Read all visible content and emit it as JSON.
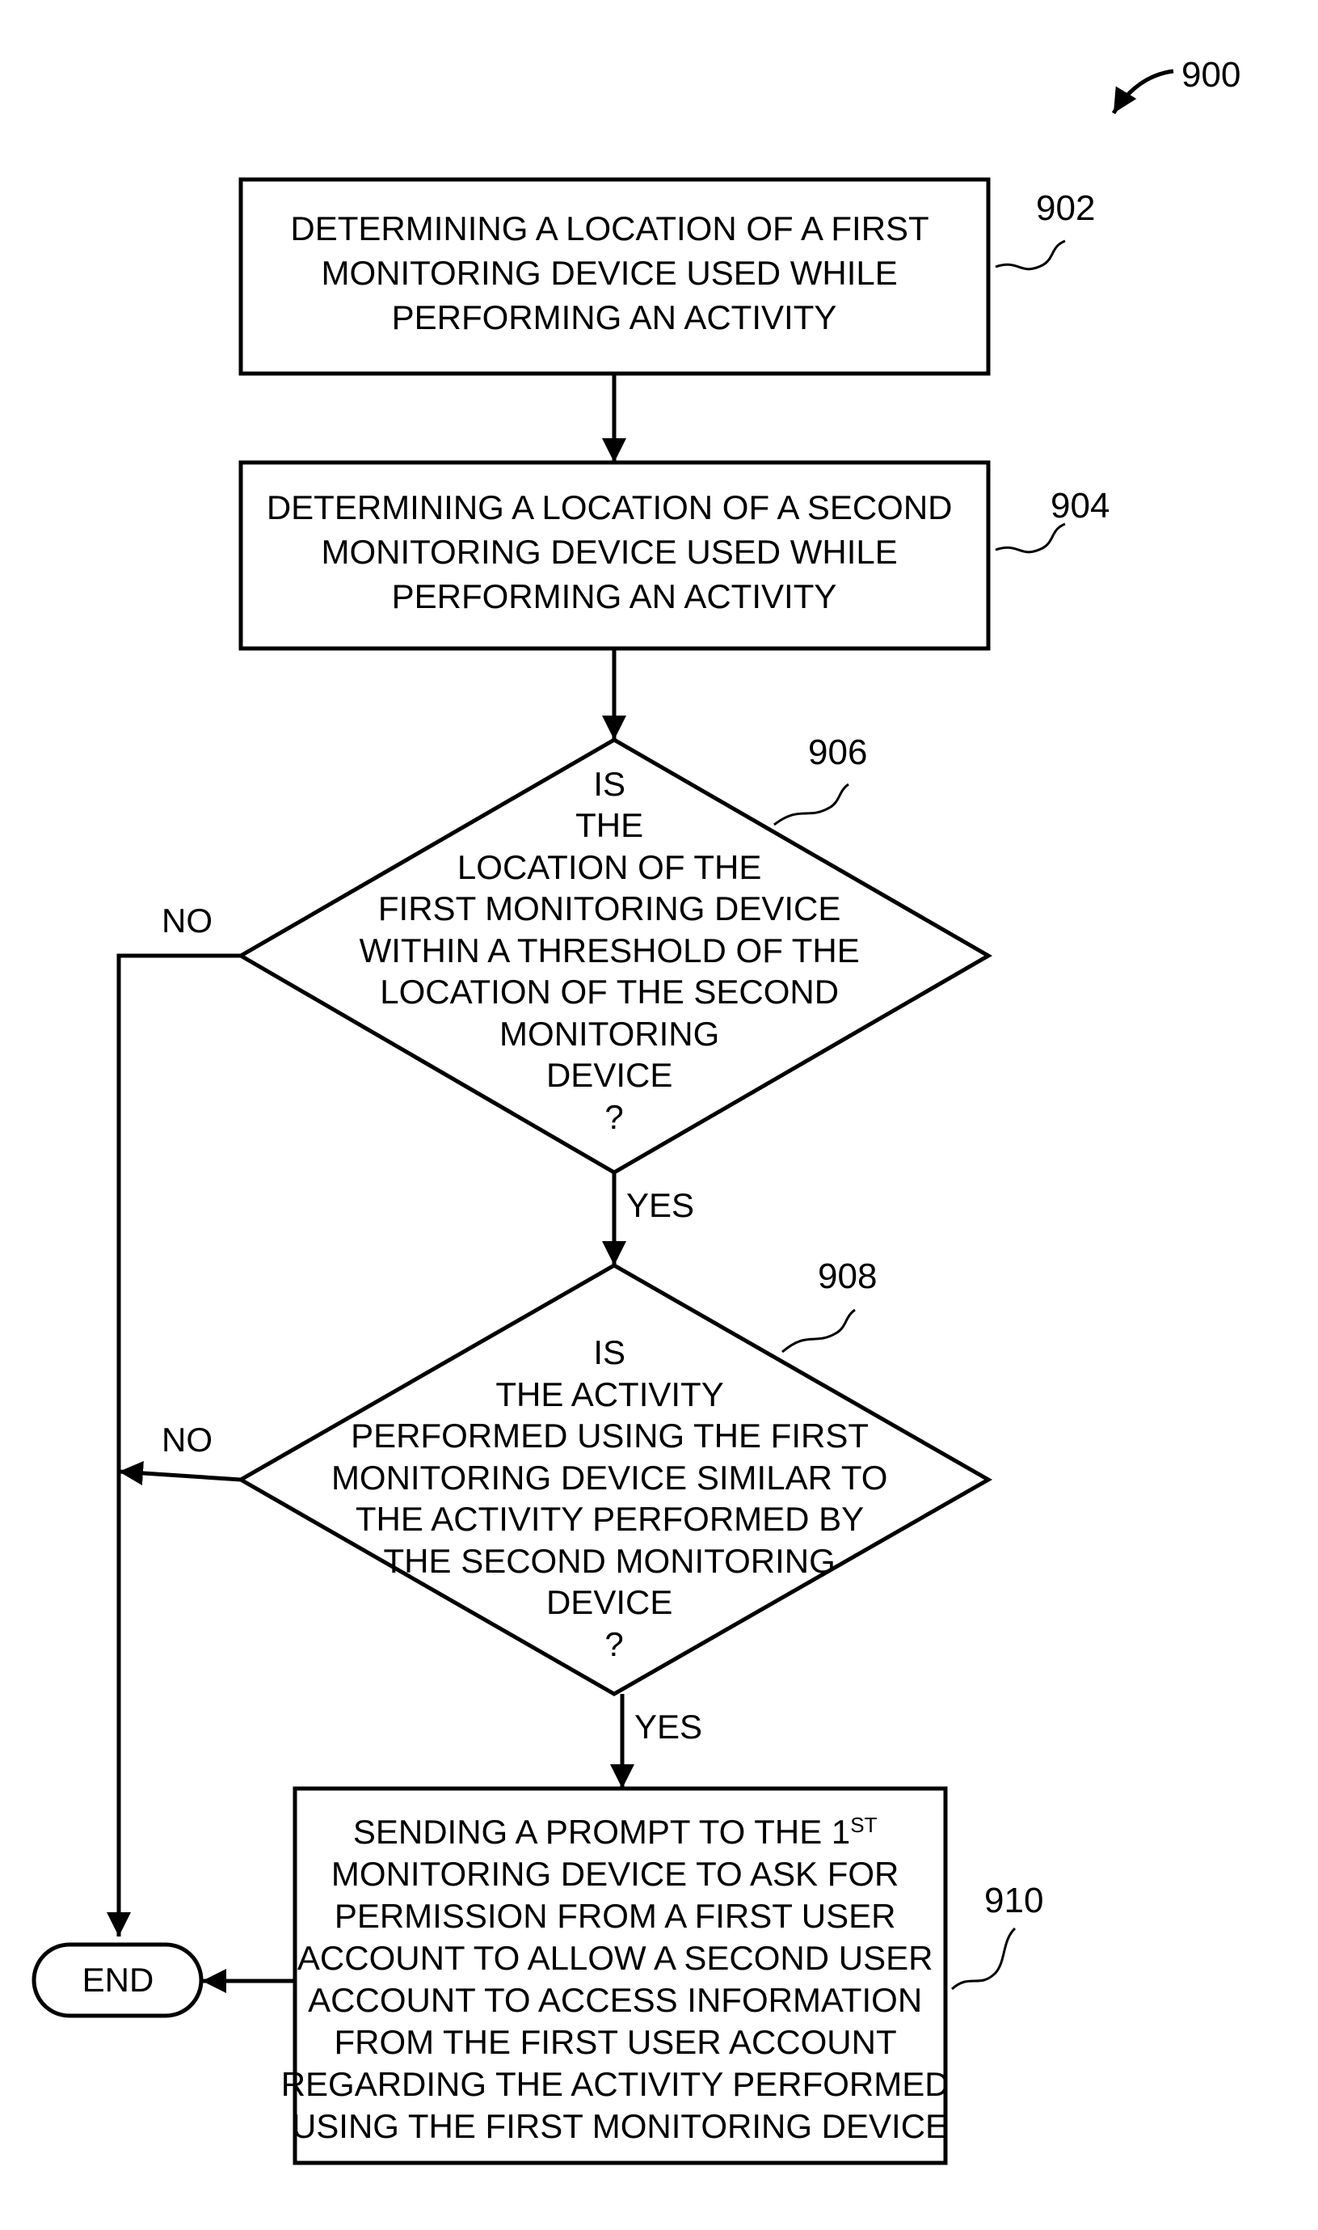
{
  "figure_ref": "900",
  "nodes": {
    "n902": {
      "ref": "902",
      "lines": [
        "DETERMINING A LOCATION OF A FIRST",
        "MONITORING DEVICE USED WHILE",
        "PERFORMING AN ACTIVITY"
      ]
    },
    "n904": {
      "ref": "904",
      "lines": [
        "DETERMINING A LOCATION OF A SECOND",
        "MONITORING DEVICE USED WHILE",
        "PERFORMING AN ACTIVITY"
      ]
    },
    "n906": {
      "ref": "906",
      "lines": [
        "IS",
        "THE",
        "LOCATION OF THE",
        "FIRST MONITORING DEVICE",
        "WITHIN A THRESHOLD OF THE",
        "LOCATION OF THE SECOND",
        "MONITORING",
        "DEVICE",
        "?"
      ]
    },
    "n908": {
      "ref": "908",
      "lines": [
        "IS",
        "THE  ACTIVITY",
        "PERFORMED USING THE FIRST",
        "MONITORING DEVICE SIMILAR TO",
        "THE ACTIVITY PERFORMED BY",
        "THE SECOND MONITORING",
        "DEVICE",
        "?"
      ]
    },
    "n910": {
      "ref": "910",
      "line1_main": "SENDING A PROMPT TO THE 1",
      "line1_sup": "ST",
      "lines": [
        "MONITORING DEVICE TO ASK FOR",
        "PERMISSION FROM A FIRST USER",
        "ACCOUNT TO ALLOW A SECOND  USER",
        "ACCOUNT TO ACCESS INFORMATION",
        "FROM THE FIRST USER ACCOUNT",
        "REGARDING THE ACTIVITY PERFORMED",
        "USING THE FIRST MONITORING DEVICE"
      ]
    },
    "end": {
      "label": "END"
    }
  },
  "branches": {
    "d906_no": "NO",
    "d906_yes": "YES",
    "d908_no": "NO",
    "d908_yes": "YES"
  }
}
